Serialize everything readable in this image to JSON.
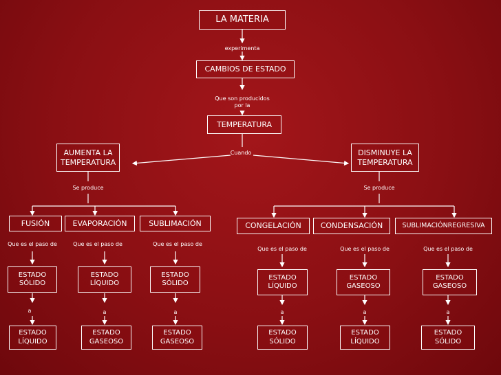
{
  "root": "LA MATERIA",
  "link1": "experimenta",
  "cambios": "CAMBIOS DE ESTADO",
  "link2": "Que son producidos por la",
  "temperatura": "TEMPERATURA",
  "link3": "Cuando",
  "aumenta": "AUMENTA LA TEMPERATURA",
  "disminuye": "DISMINUYE LA TEMPERATURA",
  "se_produce_left": "Se produce",
  "se_produce_right": "Se produce",
  "processes": {
    "fusion": {
      "name": "FUSIÓN",
      "link": "Que es el paso de",
      "from": "ESTADO SÓLIDO",
      "a": "a",
      "to": "ESTADO LÍQUIDO"
    },
    "evaporacion": {
      "name": "EVAPORACIÓN",
      "link": "Que es el paso de",
      "from": "ESTADO LÍQUIDO",
      "a": "a",
      "to": "ESTADO GASEOSO"
    },
    "sublimacion": {
      "name": "SUBLIMACIÓN",
      "link": "Que es el paso de",
      "from": "ESTADO SÓLIDO",
      "a": "a",
      "to": "ESTADO GASEOSO"
    },
    "congelacion": {
      "name": "CONGELACIÓN",
      "link": "Que es el paso de",
      "from": "ESTADO LÍQUIDO",
      "a": "a",
      "to": "ESTADO SÓLIDO"
    },
    "condensacion": {
      "name": "CONDENSACIÓN",
      "link": "Que es el paso de",
      "from": "ESTADO GASEOSO",
      "a": "a",
      "to": "ESTADO LÍQUIDO"
    },
    "sublimacion_regresiva": {
      "name": "SUBLIMACIÓNREGRESIVA",
      "link": "Que es el paso de",
      "from": "ESTADO GASEOSO",
      "a": "a",
      "to": "ESTADO SÓLIDO"
    }
  }
}
